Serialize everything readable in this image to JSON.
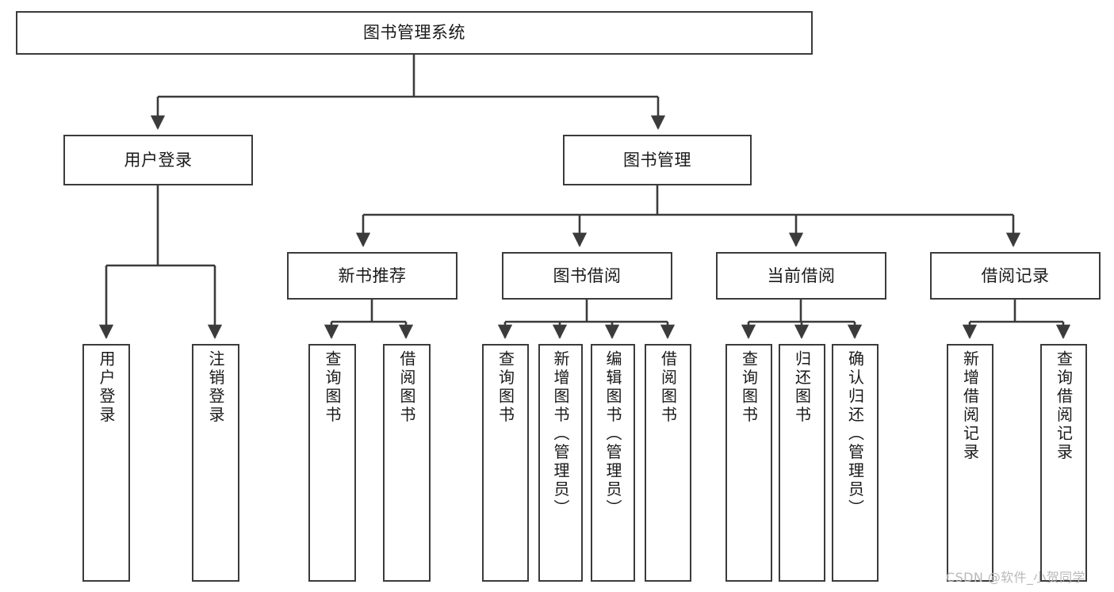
{
  "diagram": {
    "title": "图书管理系统",
    "type": "tree-hierarchy",
    "watermark": "CSDN @软件_小贺同学",
    "colors": {
      "box_border": "#3b3b3b",
      "box_fill": "#ffffff",
      "edge": "#3b3b3b",
      "text": "#1a1a1a",
      "watermark": "#b9b9b9"
    },
    "nodes": {
      "root": {
        "label": "图书管理系统"
      },
      "level1": [
        {
          "id": "user-login",
          "label": "用户登录"
        },
        {
          "id": "book-manage",
          "label": "图书管理"
        }
      ],
      "level2": [
        {
          "id": "new-book-recommend",
          "label": "新书推荐"
        },
        {
          "id": "book-borrow",
          "label": "图书借阅"
        },
        {
          "id": "current-borrow",
          "label": "当前借阅"
        },
        {
          "id": "borrow-record",
          "label": "借阅记录"
        }
      ],
      "leaves": {
        "user_login": [
          {
            "id": "leaf-user-login",
            "label": "用户登录"
          },
          {
            "id": "leaf-logout-login",
            "label": "注销登录"
          }
        ],
        "new_book_recommend": [
          {
            "id": "leaf-query-book-1",
            "label": "查询图书"
          },
          {
            "id": "leaf-borrow-book-1",
            "label": "借阅图书"
          }
        ],
        "book_borrow": [
          {
            "id": "leaf-query-book-2",
            "label": "查询图书"
          },
          {
            "id": "leaf-add-book",
            "label": "新增图书（管理员）"
          },
          {
            "id": "leaf-edit-book",
            "label": "编辑图书（管理员）"
          },
          {
            "id": "leaf-borrow-book-2",
            "label": "借阅图书"
          }
        ],
        "current_borrow": [
          {
            "id": "leaf-query-book-3",
            "label": "查询图书"
          },
          {
            "id": "leaf-return-book",
            "label": "归还图书"
          },
          {
            "id": "leaf-confirm-return",
            "label": "确认归还（管理员）"
          }
        ],
        "borrow_record": [
          {
            "id": "leaf-add-borrow-record",
            "label": "新增借阅记录"
          },
          {
            "id": "leaf-query-borrow-record",
            "label": "查询借阅记录"
          }
        ]
      }
    }
  }
}
